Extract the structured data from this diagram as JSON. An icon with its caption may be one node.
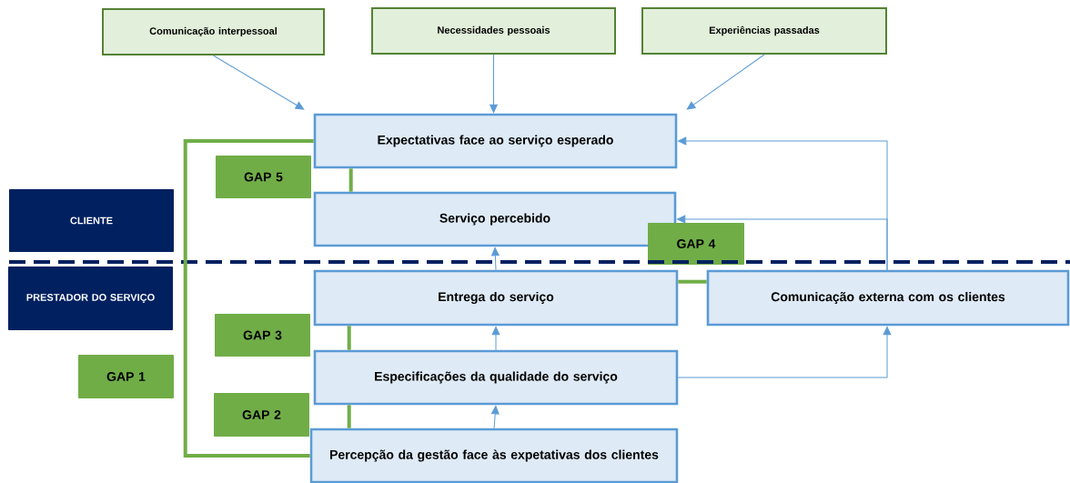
{
  "diagram": {
    "nodes": [
      {
        "text": [
          "Comunicação interpessoal"
        ]
      },
      {
        "text": [
          "Necessidades pessoais"
        ]
      },
      {
        "text": [
          "Experiências passadas"
        ]
      },
      {
        "text": [
          "Expectativas face ao serviço esperado"
        ]
      },
      {
        "text": [
          "Serviço percebido"
        ]
      },
      {
        "text": [
          "Entrega do serviço"
        ]
      },
      {
        "text": [
          "Comunicação externa com os clientes"
        ]
      },
      {
        "text": [
          "Especificações da qualidade do serviço"
        ]
      },
      {
        "text": [
          "Percepção da gestão face às expetativas dos clientes"
        ]
      },
      {
        "text": [
          "CLIENTE"
        ]
      },
      {
        "text": [
          "PRESTADOR DO SERVIÇO"
        ]
      },
      {
        "text": [
          "GAP 5"
        ]
      },
      {
        "text": [
          "GAP 4"
        ]
      },
      {
        "text": [
          "GAP 3"
        ]
      },
      {
        "text": [
          "GAP 2"
        ]
      },
      {
        "text": [
          "GAP 1"
        ]
      }
    ],
    "edges": [
      {
        "from": 0,
        "to": 3,
        "arrow": "to"
      },
      {
        "from": 1,
        "to": 3,
        "arrow": "to"
      },
      {
        "from": 2,
        "to": 3,
        "arrow": "to"
      },
      {
        "from": 5,
        "to": 4,
        "arrow": "to"
      },
      {
        "from": 7,
        "to": 5,
        "arrow": "to"
      },
      {
        "from": 8,
        "to": 7,
        "arrow": "to"
      },
      {
        "from": 7,
        "to": 6,
        "arrow": "to"
      },
      {
        "from": 6,
        "to": 3,
        "arrow": "to"
      },
      {
        "from": 6,
        "to": 4,
        "arrow": "to"
      },
      {
        "from": 3,
        "to": 4,
        "arrow": "none",
        "style": "thick",
        "color": "#70ad47"
      },
      {
        "from": 5,
        "to": 7,
        "arrow": "none",
        "style": "thick",
        "color": "#70ad47"
      },
      {
        "from": 7,
        "to": 8,
        "arrow": "none",
        "style": "thick",
        "color": "#70ad47"
      },
      {
        "from": 5,
        "to": 6,
        "arrow": "none",
        "style": "thick",
        "color": "#70ad47"
      },
      {
        "from": 3,
        "to": 8,
        "arrow": "none",
        "style": "thick",
        "color": "#70ad47"
      }
    ]
  }
}
